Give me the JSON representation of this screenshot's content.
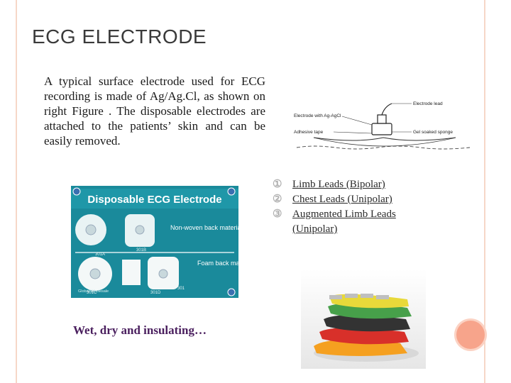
{
  "slide": {
    "title": "ECG ELECTRODE",
    "body": "A typical surface electrode used for ECG recording is made of Ag/Ag.Cl, as shown on right Figure . The disposable electrodes are attached to the patients’ skin and can be easily removed.",
    "caption": "Wet, dry and insulating…"
  },
  "diagram": {
    "labels": {
      "electrode": "Electrode with Ag-AgCl",
      "wire": "Electrode lead",
      "adhesive": "Adhesive tape",
      "gel": "Gel soaked sponge"
    }
  },
  "leads": [
    {
      "num": "①",
      "label": "Limb Leads (Bipolar)"
    },
    {
      "num": "②",
      "label": "Chest Leads (Unipolar)"
    },
    {
      "num": "③",
      "label": " Augmented Limb Leads (Unipolar)"
    }
  ],
  "electrode_photo": {
    "banner": "Disposable ECG Electrode",
    "labels": {
      "nonwoven": "Non-woven back material",
      "foam": "Foam back material",
      "brand": "Global Wholesale"
    },
    "codes": [
      "301A",
      "301B",
      "301C",
      "301D",
      "301"
    ]
  },
  "colors": {
    "accent": "#f7a48b",
    "border": "#f6d7c8",
    "caption": "#4a1f5e",
    "photo_bg": "#1e8fa0"
  }
}
